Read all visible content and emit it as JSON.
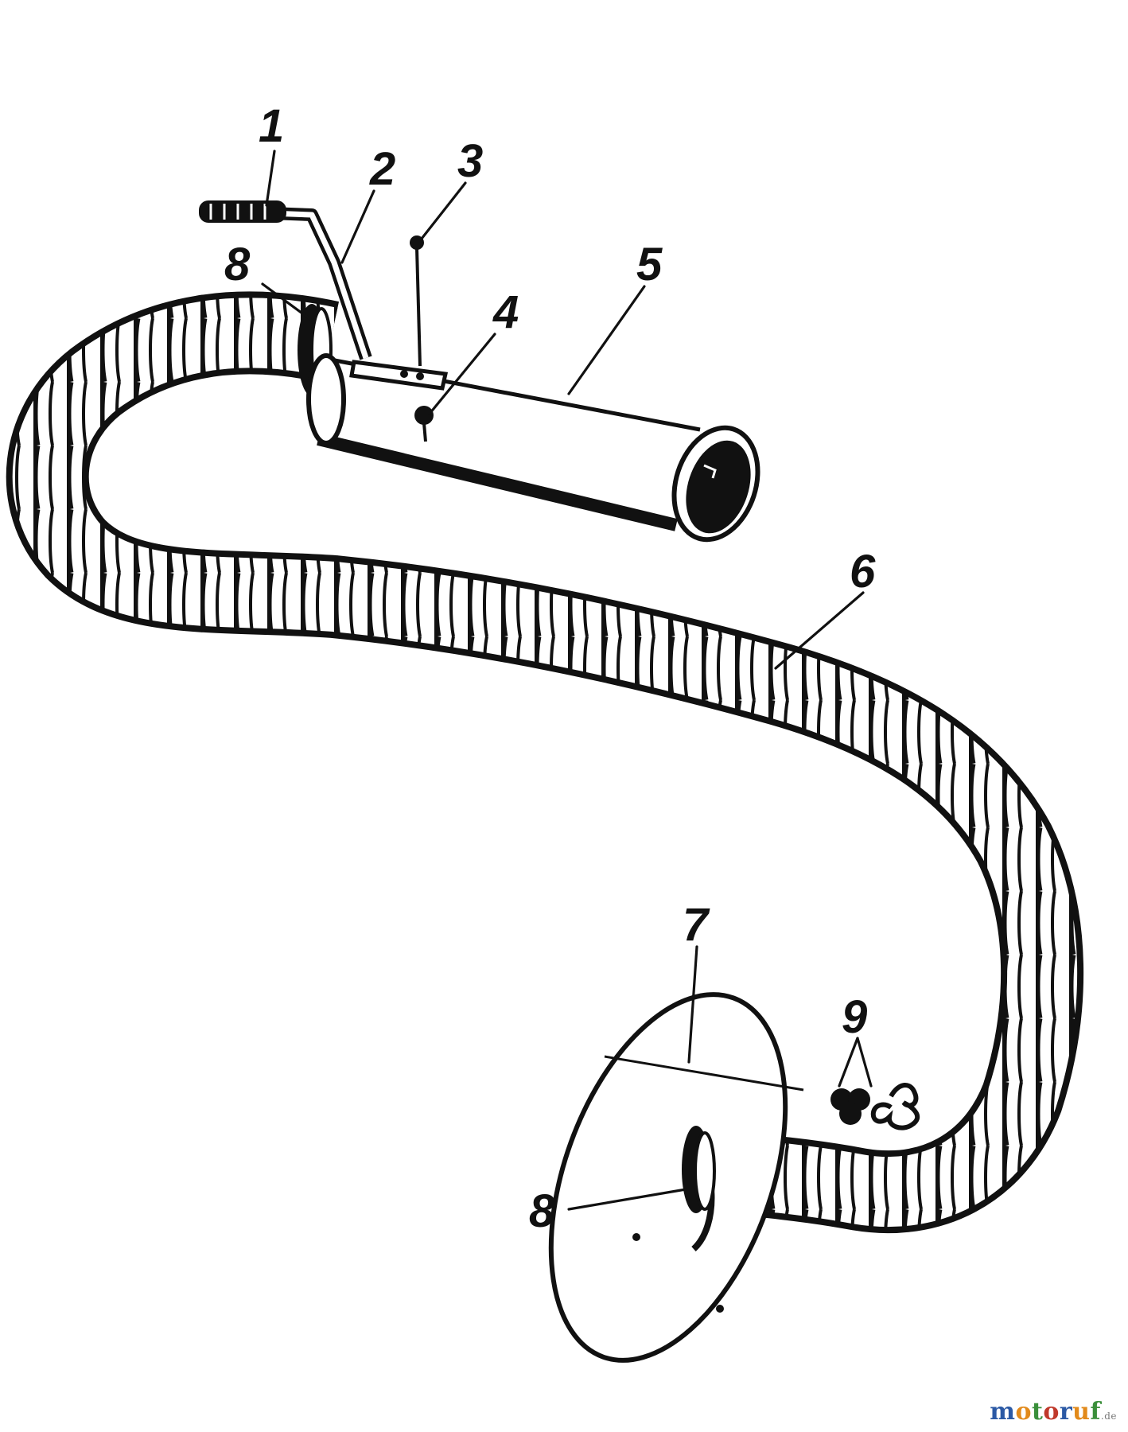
{
  "labels": {
    "l1": "1",
    "l2": "2",
    "l3": "3",
    "l4": "4",
    "l5": "5",
    "l6": "6",
    "l7": "7",
    "l8_top": "8",
    "l8_bottom": "8",
    "l9": "9"
  },
  "watermark": {
    "brand": "motoruf",
    "suffix": ".de",
    "letters": [
      "m",
      "o",
      "t",
      "o",
      "r",
      "u",
      "f"
    ],
    "colors": [
      "#2b59a5",
      "#e28a1b",
      "#3a8f3a",
      "#c0392b",
      "#2b59a5",
      "#e28a1b",
      "#3a8f3a"
    ]
  }
}
